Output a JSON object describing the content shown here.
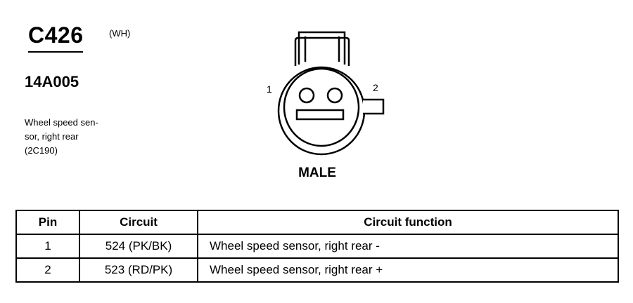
{
  "connector": {
    "id": "C426",
    "color": "(WH)",
    "part_number": "14A005",
    "description_lines": [
      "Wheel speed sen-",
      "sor, right rear",
      "(2C190)"
    ]
  },
  "diagram": {
    "pin1_label": "1",
    "pin2_label": "2",
    "gender": "MALE"
  },
  "table": {
    "headers": [
      "Pin",
      "Circuit",
      "Circuit function"
    ],
    "rows": [
      {
        "pin": "1",
        "circuit": "524 (PK/BK)",
        "function": "Wheel speed sensor, right rear -"
      },
      {
        "pin": "2",
        "circuit": "523 (RD/PK)",
        "function": "Wheel speed sensor, right rear +"
      }
    ]
  }
}
